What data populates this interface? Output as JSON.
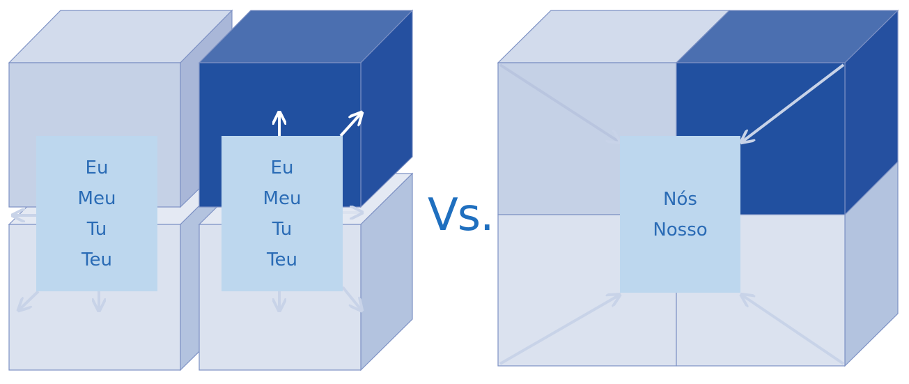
{
  "left_group": {
    "box1": [
      "Eu",
      "Meu",
      "Tu",
      "Teu"
    ],
    "box2": [
      "Eu",
      "Meu",
      "Tu",
      "Teu"
    ]
  },
  "vs_text": "Vs.",
  "right_group": {
    "box": [
      "Nós",
      "Nosso"
    ]
  },
  "colors": {
    "light_front": "#c5d1e6",
    "light_top": "#d2dbec",
    "light_side": "#a9b7d8",
    "pale_front": "#dbe2ef",
    "pale_top": "#e4e9f3",
    "pale_side": "#b3c3df",
    "dark_front": "#2150a0",
    "dark_top": "#4b6fb0",
    "dark_side": "#2550a0",
    "edge": "#7d91c4",
    "label_bg": "#bdd7ee",
    "label_text": "#2a6bb5",
    "vs_text": "#1f6fbf",
    "arrow_white": "#ffffff",
    "arrow_pale": "#c8d3e8"
  }
}
